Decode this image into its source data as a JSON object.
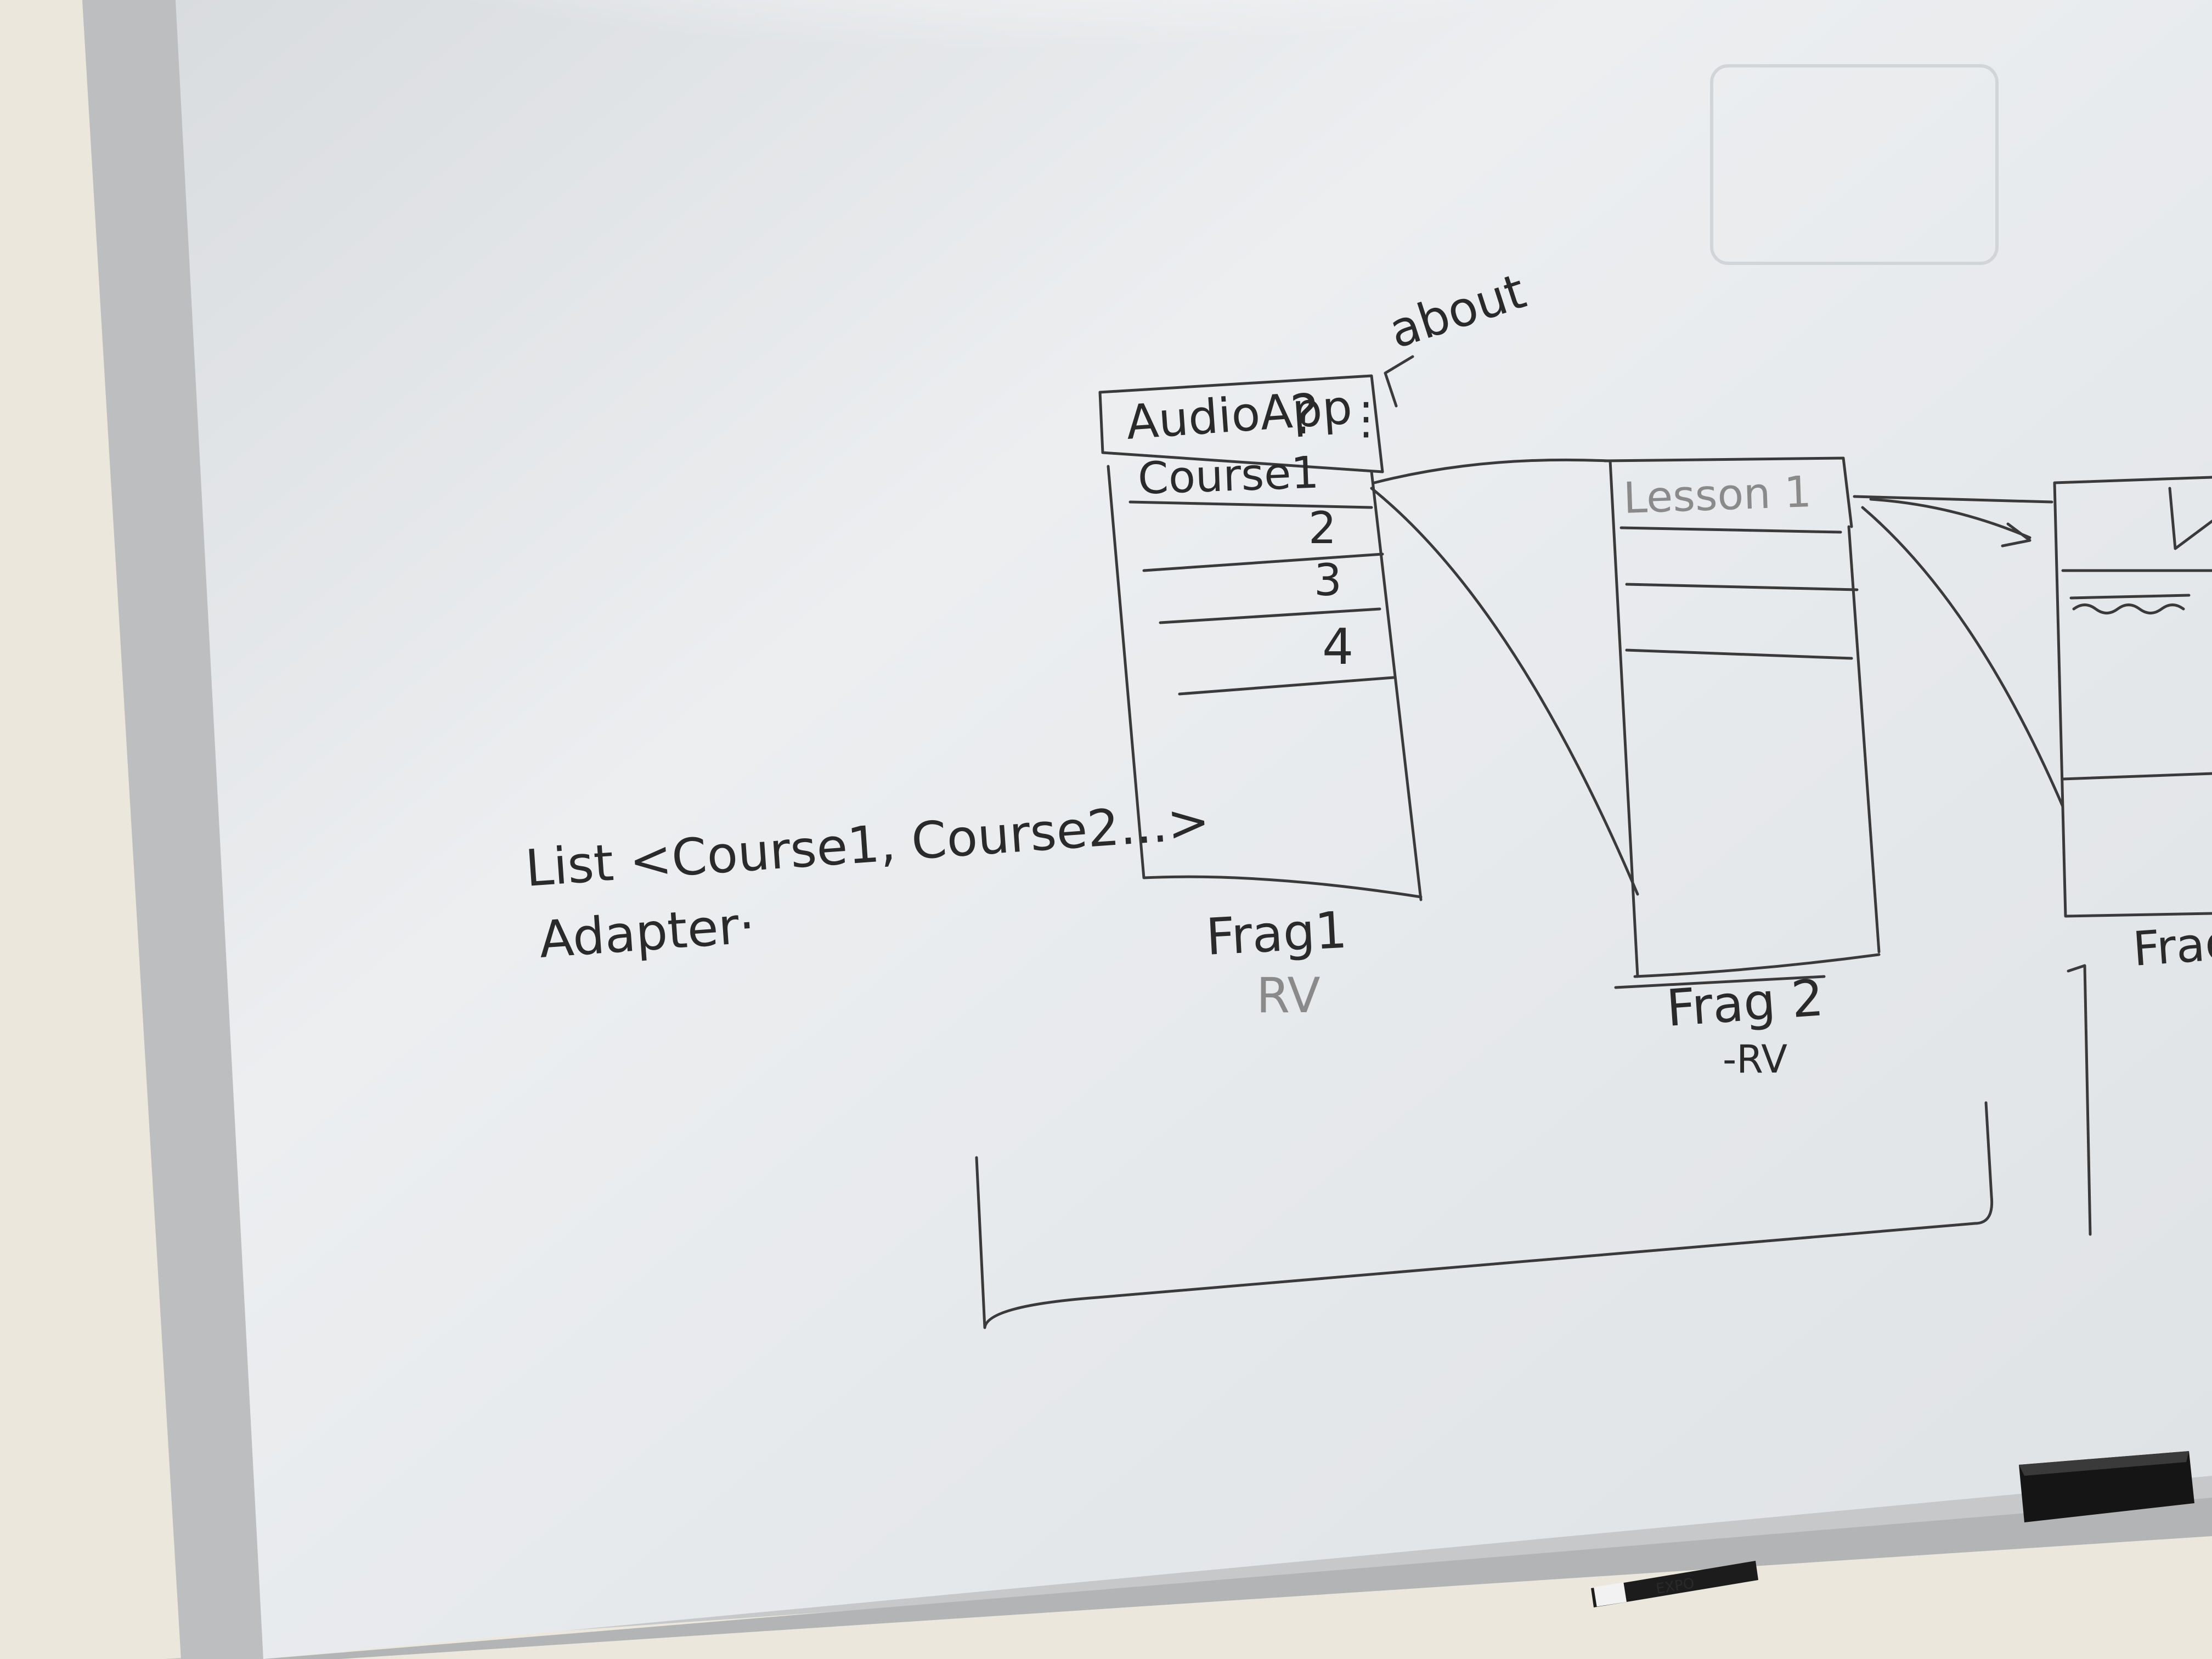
{
  "colors": {
    "wall": "#e9e4da",
    "board": "#e6e8eb",
    "frame": "#c9c9c9",
    "marker": "#2a2a2a",
    "eraser": "#1a1a1a"
  },
  "whiteboard": {
    "annotation_about": "about",
    "frag1": {
      "header": "AudioApp",
      "header_icon": "question-mark-icon",
      "menu_icon": "kebab-menu-icon",
      "rows": [
        "Course1",
        "2",
        "3",
        "4"
      ],
      "caption": "Frag1",
      "subcaption": "RV"
    },
    "frag2": {
      "header": "Lesson 1",
      "caption": "Frag 2",
      "subcaption": "-RV"
    },
    "frag3": {
      "header_icon": "play-icon",
      "caption": "Frag"
    },
    "list_label": "List <Course1, Course2...>",
    "adapter_label": "Adapter·"
  },
  "marker_label": "EXPO"
}
